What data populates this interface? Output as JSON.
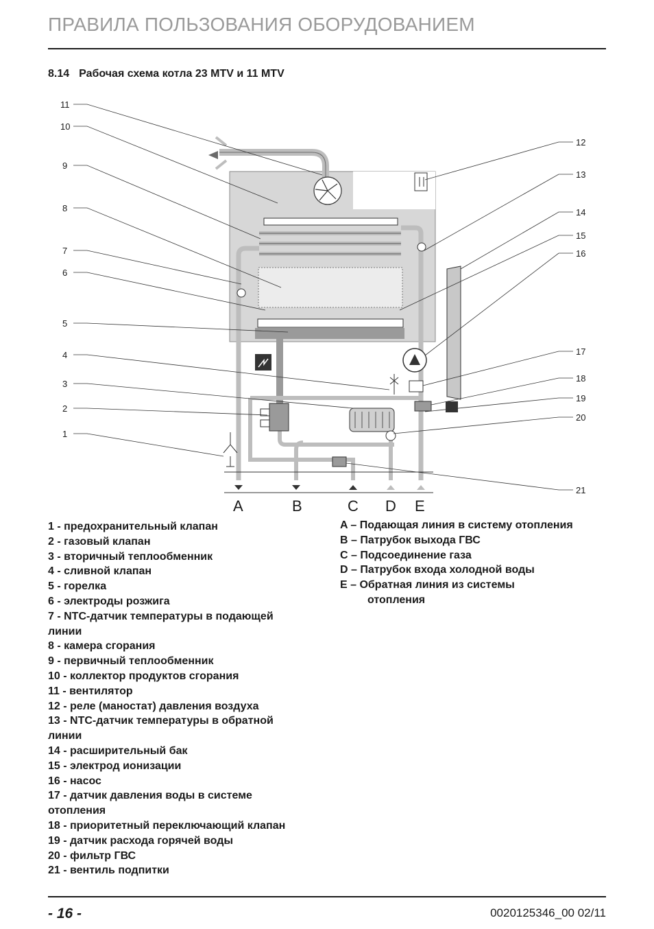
{
  "header": {
    "title": "ПРАВИЛА ПОЛЬЗОВАНИЯ ОБОРУДОВАНИЕМ"
  },
  "section": {
    "number": "8.14",
    "title": "Рабочая схема котла 23 MTV и 11 MTV"
  },
  "diagram": {
    "callouts_left": [
      "11",
      "10",
      "9",
      "8",
      "7",
      "6",
      "5",
      "4",
      "3",
      "2",
      "1"
    ],
    "callouts_right": [
      "12",
      "13",
      "14",
      "15",
      "16",
      "17",
      "18",
      "19",
      "20",
      "21"
    ],
    "ports": [
      "A",
      "B",
      "C",
      "D",
      "E"
    ]
  },
  "legend_left": [
    "1 - предохранительный клапан",
    "2 - газовый клапан",
    "3 - вторичный теплообменник",
    "4 - сливной клапан",
    "5 - горелка",
    "6 - электроды розжига",
    "7 - NTC-датчик температуры в подающей",
    "линии",
    "8 - камера сгорания",
    "9 - первичный теплообменник",
    "10 - коллектор продуктов сгорания",
    "11 - вентилятор",
    "12 - реле (маностат) давления воздуха",
    "13 - NTC-датчик температуры в обратной",
    "линии",
    "14 - расширительный бак",
    "15 - электрод ионизации",
    "16 - насос",
    "17 - датчик давления воды в системе",
    "отопления",
    "18 - приоритетный переключающий клапан",
    "19 - датчик расхода горячей воды",
    "20 - фильтр ГВС",
    "21 - вентиль подпитки"
  ],
  "legend_right": [
    "A – Подающая линия в систему отопления",
    "B – Патрубок выхода ГВС",
    "C – Подсоединение газа",
    "D – Патрубок входа холодной воды",
    "E – Обратная линия из системы",
    "отопления"
  ],
  "footer": {
    "page_number": "- 16 -",
    "doc_code": "0020125346_00 02/11"
  }
}
